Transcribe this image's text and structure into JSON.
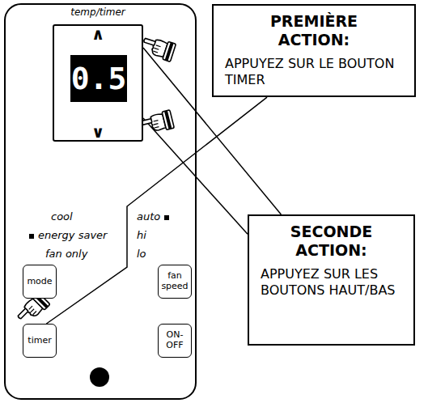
{
  "diagram": {
    "nodes": [
      {
        "text": [
          "temp/timer",
          "∧",
          "∨"
        ]
      },
      {
        "text": [
          "0.5"
        ],
        "in": 0
      },
      {
        "text": [
          "mode"
        ]
      },
      {
        "text": [
          "fan speed"
        ]
      },
      {
        "text": [
          "timer"
        ]
      },
      {
        "text": [
          "ON-OFF"
        ]
      },
      {
        "text": [
          "PREMIÈRE ACTION:",
          "APPUYEZ SUR LE BOUTON TIMER"
        ]
      },
      {
        "text": [
          "SECONDE ACTION:",
          "APPUYEZ SUR LES BOUTONS HAUT/BAS"
        ]
      }
    ],
    "edges": [
      {
        "from": 6,
        "to": 4,
        "arrow": "none"
      },
      {
        "from": 7,
        "to": 0,
        "arrow": "none"
      },
      {
        "from": 7,
        "to": 0,
        "arrow": "none"
      }
    ],
    "labels": [
      "cool",
      "auto",
      "energy saver",
      "hi",
      "fan only",
      "lo"
    ]
  }
}
